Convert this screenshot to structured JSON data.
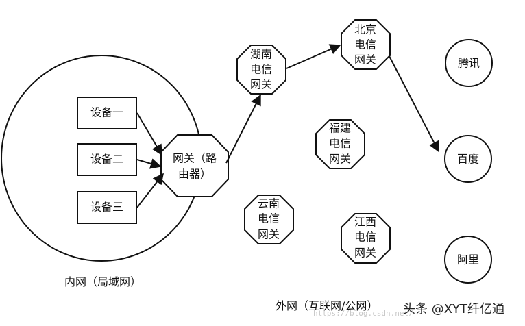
{
  "diagram": {
    "lan_label": "内网（局域网）",
    "wan_label": "外网（互联网/公网）",
    "devices": [
      {
        "label": "设备一"
      },
      {
        "label": "设备二"
      },
      {
        "label": "设备三"
      }
    ],
    "router": {
      "label_lines": [
        "网关（路",
        "由器）"
      ]
    },
    "gateways": {
      "hunan": {
        "label_lines": [
          "湖南",
          "电信",
          "网关"
        ]
      },
      "beijing": {
        "label_lines": [
          "北京",
          "电信",
          "网关"
        ]
      },
      "fujian": {
        "label_lines": [
          "福建",
          "电信",
          "网关"
        ]
      },
      "yunnan": {
        "label_lines": [
          "云南",
          "电信",
          "网关"
        ]
      },
      "jiangxi": {
        "label_lines": [
          "江西",
          "电信",
          "网关"
        ]
      }
    },
    "servers": {
      "tencent": {
        "label": "腾讯"
      },
      "baidu": {
        "label": "百度"
      },
      "alibaba": {
        "label": "阿里"
      }
    }
  },
  "watermark": {
    "text": "头条 @XYT纤亿通",
    "faint_url": "https://blog.csdn.net/"
  }
}
